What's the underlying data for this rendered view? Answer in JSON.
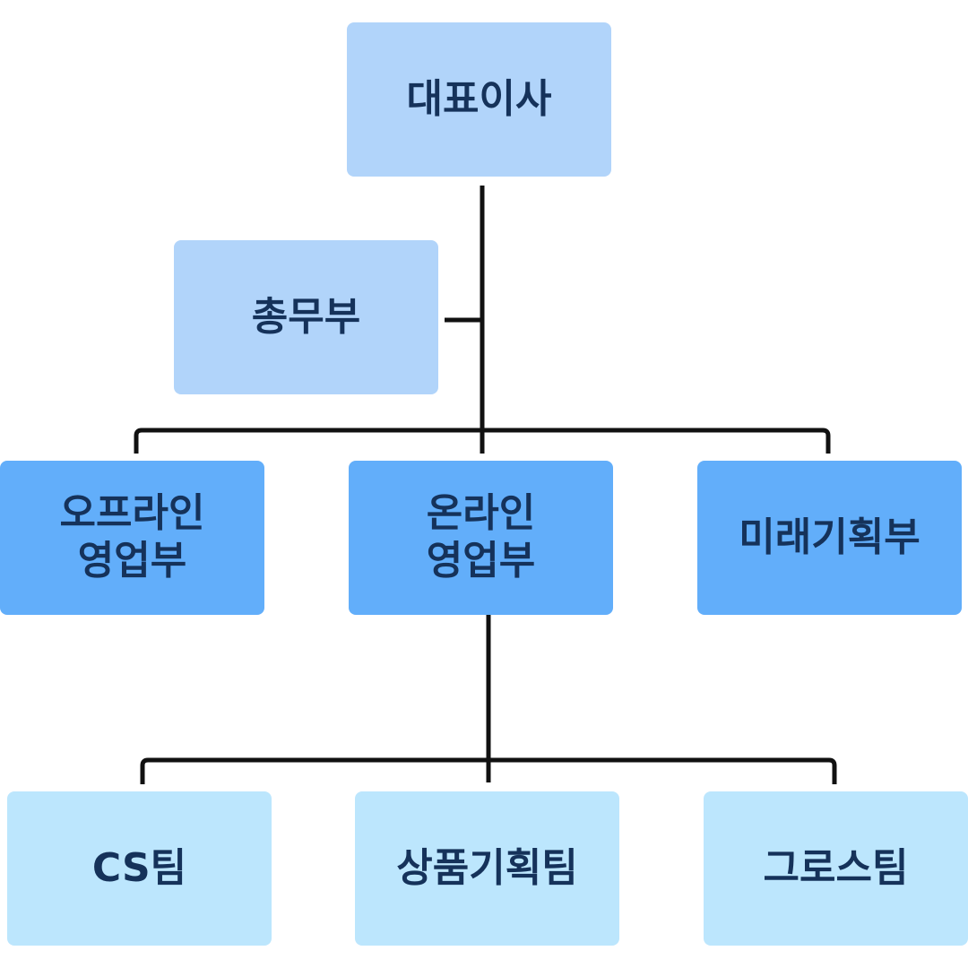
{
  "org_chart": {
    "ceo": {
      "label": "대표이사"
    },
    "staff": {
      "label": "총무부"
    },
    "departments": [
      {
        "label": "오프라인\n영업부"
      },
      {
        "label": "온라인\n영업부"
      },
      {
        "label": "미래기획부"
      }
    ],
    "teams": [
      {
        "label": "CS팀"
      },
      {
        "label": "상품기획팀"
      },
      {
        "label": "그로스팀"
      }
    ]
  },
  "colors": {
    "top_level": "#b1d4fa",
    "department": "#62aefa",
    "team": "#bce6fd",
    "text": "#15325a",
    "connector": "#111111"
  }
}
